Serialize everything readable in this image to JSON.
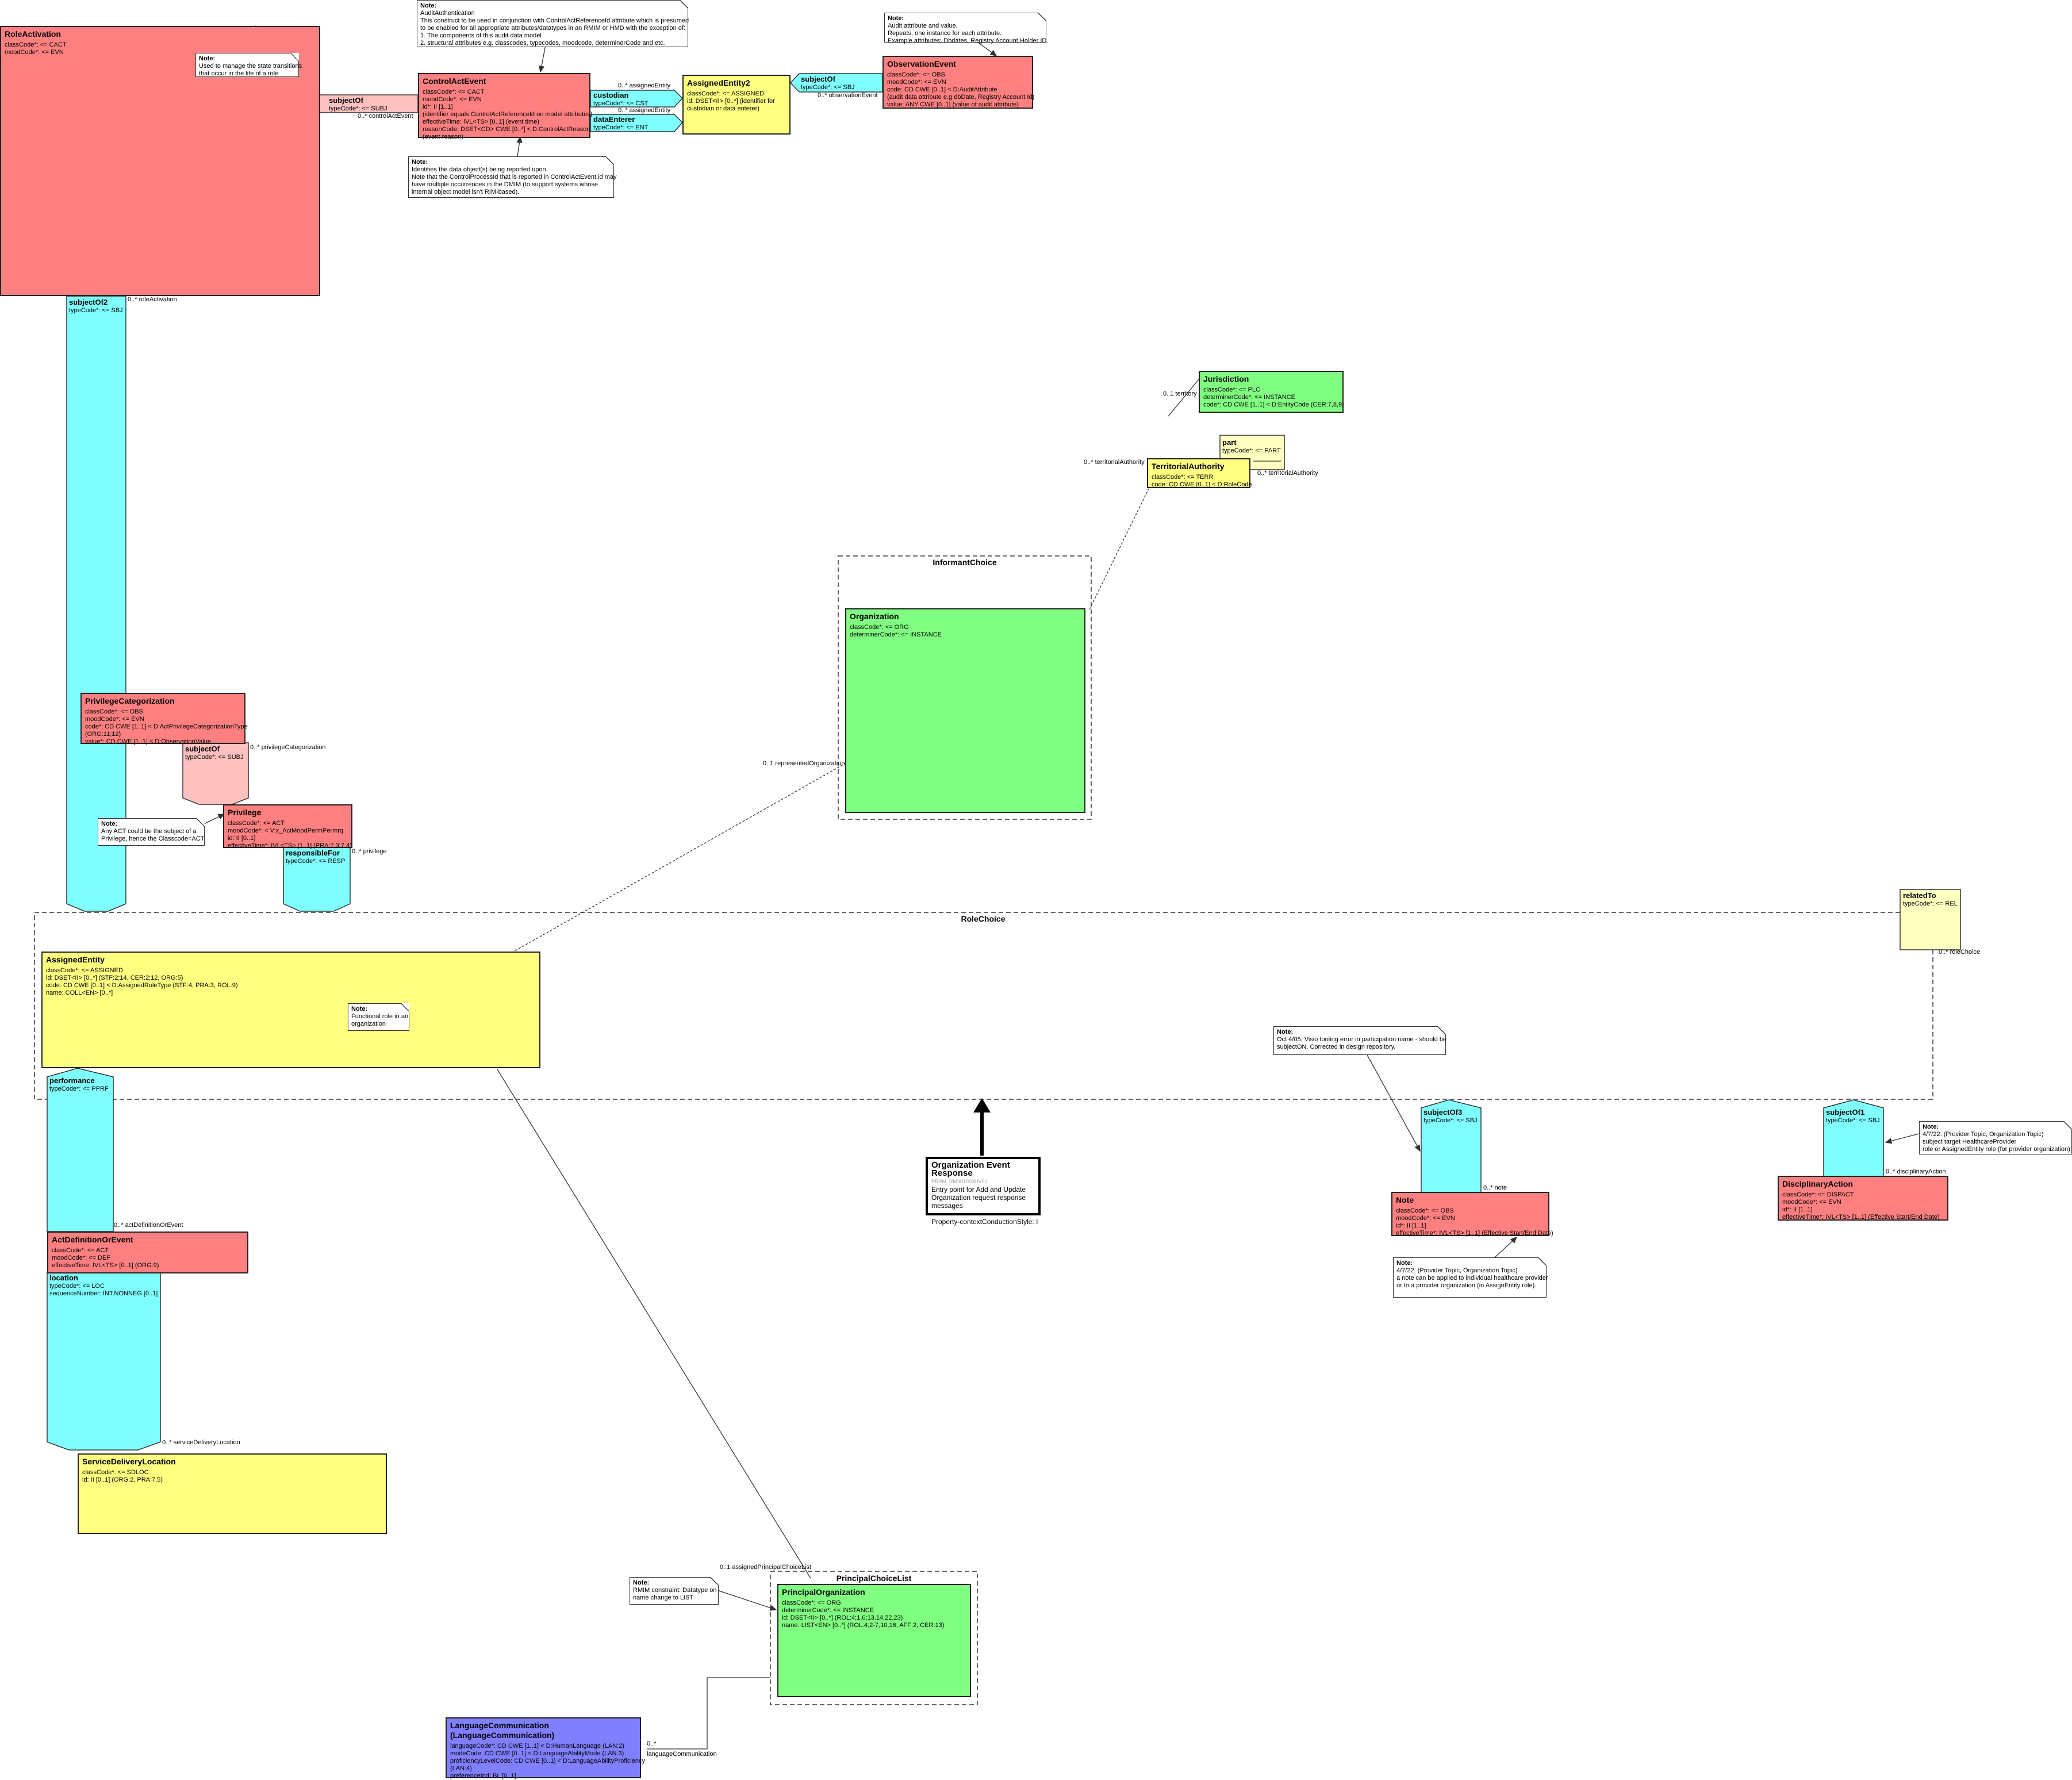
{
  "roleActivation": {
    "title": "RoleActivation",
    "lines": [
      "classCode*: <= CACT",
      "moodCode*: <= EVN"
    ]
  },
  "note_state": {
    "title": "Note:",
    "lines": [
      "Used to manage the state transitions",
      "that occur in the life of a role"
    ]
  },
  "subjectOf_top": {
    "title": "subjectOf",
    "tb": "typeCode*: <= SUBJ",
    "mult": "0..* controlActEvent"
  },
  "note_audit": {
    "title": "Note:",
    "lines": [
      "AuditAuthentication",
      "This construct to be used in conjunction with ControlActReferenceId attribute which is presumed",
      "to be enabled for all appropriate attributes/datatypes in an RMIM or HMD with the exception of:",
      "1. The components of this audit data model",
      "2. structural attributes e.g. classcodes, typecodes, moodcode, determinerCode and etc."
    ]
  },
  "controlActEvent": {
    "title": "ControlActEvent",
    "lines": [
      "classCode*: <= CACT",
      "moodCode*: <= EVN",
      "id*: II [1..1]",
      "(identifier equals ControlActReferenceId on model attributes)",
      "effectiveTime: IVL<TS> [0..1] (event time)",
      "reasonCode: DSET<CD> CWE [0..*] < D:ControlActReason",
      "(event reason)"
    ]
  },
  "note_identifies": {
    "title": "Note:",
    "lines": [
      "Identifies the data object(s) being reported upon.",
      "Note that the ControlProcessId that is reported in ControlActEvent.id may",
      "have multiple occurrences in the DMIM (to support systems whose",
      "internal object model isn't RIM-based)."
    ]
  },
  "custodian": {
    "title": "custodian",
    "tb": "typeCode*: <= CST",
    "mult_top": "0..* assignedEntity",
    "mult_bot": "0..* assignedEntity"
  },
  "dataEnterer": {
    "title": "dataEnterer",
    "tb": "typeCode*: <= ENT"
  },
  "assignedEntity2": {
    "title": "AssignedEntity2",
    "lines": [
      "classCode*: <= ASSIGNED",
      "id: DSET<II> [0..*] (identifier for",
      "custodian or data enterer)"
    ]
  },
  "subjectOf_obs": {
    "title": "subjectOf",
    "tb": "typeCode*: <= SBJ",
    "mult": "0..* observationEvent"
  },
  "note_auditattr": {
    "title": "Note:",
    "lines": [
      "Audit attribute and value.",
      "Repeats, one instance for each attribute.",
      "Example attributes: Dbdates, Registry Account Holder ID."
    ]
  },
  "observationEvent": {
    "title": "ObservationEvent",
    "lines": [
      "classCode*: <= OBS",
      "moodCode*: <= EVN",
      "code: CD CWE [0..1] < D:AuditAttribute",
      "(audit data attribute e.g dbDate, Registry Account Id)",
      "value: ANY CWE [0..1] (value of audit attribute)"
    ]
  },
  "subjectOf2": {
    "title": "subjectOf2",
    "tb": "typeCode*: <= SBJ",
    "mult": "0..* roleActivation"
  },
  "privilegeCategorization": {
    "title": "PrivilegeCategorization",
    "lines": [
      "classCode*: <= OBS",
      "moodCode*: <= EVN",
      "code*: CD CWE [1..1] < D:ActPrivilegeCategorizationType",
      "(ORG:11;12)",
      "value*: CD CWE [1..1] < D:ObservationValue"
    ]
  },
  "subjectOf_priv": {
    "title": "subjectOf",
    "tb": "typeCode*: <= SUBJ",
    "mult": "0..* privilegeCategorization"
  },
  "note_anyact": {
    "title": "Note:",
    "lines": [
      "Any ACT could be the subject of a",
      "Privilege, hence the Classcode=ACT"
    ]
  },
  "privilege": {
    "title": "Privilege",
    "lines": [
      "classCode*: <= ACT",
      "moodCode*: < V:x_ActMoodPermPermrq",
      "id: II [0..1]",
      "effectiveTime*: IVL<TS> [1..1] (PRA:7.3;7.4)"
    ]
  },
  "responsibleFor": {
    "title": "responsibleFor",
    "tb": "typeCode*: <= RESP",
    "mult": "0..* privilege"
  },
  "jurisdiction": {
    "title": "Jurisdiction",
    "lines": [
      "classCode*: <= PLC",
      "determinerCode*: <= INSTANCE",
      "code*: CD CWE [1..1] < D:EntityCode (CER:7,8,9)"
    ]
  },
  "part": {
    "title": "part",
    "tb": "typeCode*: <= PART",
    "mult": "0..* territorialAuthority"
  },
  "territorialAuthority": {
    "title": "TerritorialAuthority",
    "lines": [
      "classCode*: <= TERR",
      "code: CD CWE [0..1] < D:RoleCode"
    ],
    "mult_territory": "0..1 territory",
    "mult_ta": "0..* territorialAuthority"
  },
  "informantChoice": {
    "title": "InformantChoice"
  },
  "organization": {
    "title": "Organization",
    "lines": [
      "classCode*: <= ORG",
      "determinerCode*: <= INSTANCE"
    ],
    "mult": "0..1 representedOrganization"
  },
  "roleChoice": {
    "title": "RoleChoice"
  },
  "relatedTo": {
    "title": "relatedTo",
    "tb": "typeCode*: <= REL",
    "mult": "0..* roleChoice"
  },
  "assignedEntity": {
    "title": "AssignedEntity",
    "lines": [
      "classCode*: <= ASSIGNED",
      "id: DSET<II> [0..*] (STF:2;14, CER:2;12, ORG:5)",
      "code: CD CWE [0..1] < D:AssignedRoleType (STF:4, PRA:3, ROL:9)",
      "name: COLL<EN> [0..*]"
    ]
  },
  "note_functional": {
    "title": "Note:",
    "lines": [
      "Functional role in an",
      "organization"
    ]
  },
  "note_visio": {
    "title": "Note:",
    "lines": [
      "Oct 4/05, Visio tooling error in participation name -  should be",
      "subjectON.  Corrected in design repository."
    ]
  },
  "performance": {
    "title": "performance",
    "tb": "typeCode*: <= PPRF",
    "mult": "0..* actDefinitionOrEvent"
  },
  "entryPoint": {
    "title": "Organization Event Response",
    "sub": "PRPM_RM301003UV01",
    "lines": [
      "Entry point for Add and Update",
      "   Organization request response",
      "   messages",
      "",
      "Property-contextConductionStyle: I"
    ]
  },
  "subjectOf3": {
    "title": "subjectOf3",
    "tb": "typeCode*: <= SBJ",
    "mult": "0..* note"
  },
  "subjectOf1": {
    "title": "subjectOf1",
    "tb": "typeCode*: <= SBJ",
    "mult": "0..* disciplinaryAction"
  },
  "note_provider1": {
    "title": "Note:",
    "lines": [
      "4/7/22: (Provider Topic, Organization Topic)",
      "subject target HealthcareProvider",
      "role or AssignedEntity role (for provider organization)"
    ]
  },
  "noteClass": {
    "title": "Note",
    "lines": [
      "classCode*: <= OBS",
      "moodCode*: <= EVN",
      "id*: II [1..1]",
      "effectiveTime*: IVL<TS> [1..1] (Effective Start/End Date)"
    ]
  },
  "disciplinaryAction": {
    "title": "DisciplinaryAction",
    "lines": [
      "classCode*: <= DISPACT",
      "moodCode*: <= EVN",
      "id*: II [1..1]",
      "effectiveTime*: IVL<TS> [1..1] (Effective Start/End Date)"
    ]
  },
  "note_provider2": {
    "title": "Note:",
    "lines": [
      "4/7/22: (Provider Topic, Organization Topic)",
      "a note can be applied to individual healthcare provider",
      "or to a provider organization (in AssignEntity role)."
    ]
  },
  "actDefinitionOrEvent": {
    "title": "ActDefinitionOrEvent",
    "lines": [
      "classCode*: <= ACT",
      "moodCode*: <= DEF",
      "effectiveTime: IVL<TS> [0..1] (ORG:9)"
    ]
  },
  "location": {
    "title": "location",
    "tb": "typeCode*: <= LOC",
    "tb2": "sequenceNumber: INT.NONNEG [0..1]",
    "mult": "0..* serviceDeliveryLocation"
  },
  "serviceDeliveryLocation": {
    "title": "ServiceDeliveryLocation",
    "lines": [
      "classCode*: <= SDLOC",
      "id: II [0..1] (ORG:2, PRA:7.5)"
    ]
  },
  "principalChoiceList": {
    "title": "PrincipalChoiceList",
    "mult": "0..1 assignedPrincipalChoiceList"
  },
  "note_rmim": {
    "title": "Note:",
    "lines": [
      "RMIM constraint:  Datatype on",
      "name change to LIST"
    ]
  },
  "principalOrganization": {
    "title": "PrincipalOrganization",
    "lines": [
      "classCode*: <= ORG",
      "determinerCode*: <= INSTANCE",
      "id: DSET<II> [0..*] (ROL:4;1,6;13,14,22,23)",
      "name: LIST<EN> [0..*] (ROL:4;2-7,10,16, AFF:2, CER:13)"
    ]
  },
  "languageCommunication": {
    "title": "LanguageCommunication\n(LanguageCommunication)",
    "lines": [
      "languageCode*: CD CWE [1..1] < D:HumanLanguage (LAN:2)",
      "modeCode: CD CWE [0..1] < D:LanguageAbilityMode (LAN:3)",
      "proficiencyLevelCode: CD CWE [0..1] < D:LanguageAbilityProficiency",
      "(LAN:4)",
      "preferenceInd: BL [0..1]"
    ],
    "mult1": "0..*",
    "mult2": "languageCommunication"
  },
  "colors": {
    "act": "#ff8080",
    "role": "#ffff80",
    "entity": "#80ff80",
    "participation": "#80ffff",
    "language": "#8080ff"
  }
}
